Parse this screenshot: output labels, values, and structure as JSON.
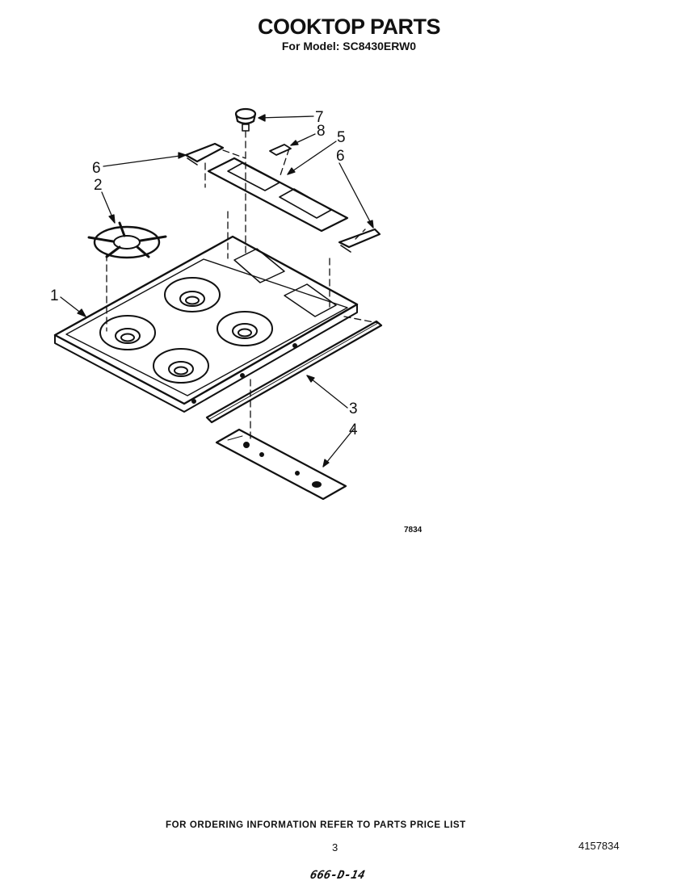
{
  "header": {
    "title": "COOKTOP PARTS",
    "subtitle": "For Model: SC8430ERW0"
  },
  "callouts": [
    "1",
    "2",
    "3",
    "4",
    "5",
    "6",
    "6",
    "7",
    "8"
  ],
  "figure_number": "7834",
  "footer": {
    "ordering_note": "FOR ORDERING INFORMATION REFER TO PARTS PRICE LIST",
    "page_number": "3",
    "document_number": "4157834",
    "handwritten_note": "666-D-14"
  }
}
